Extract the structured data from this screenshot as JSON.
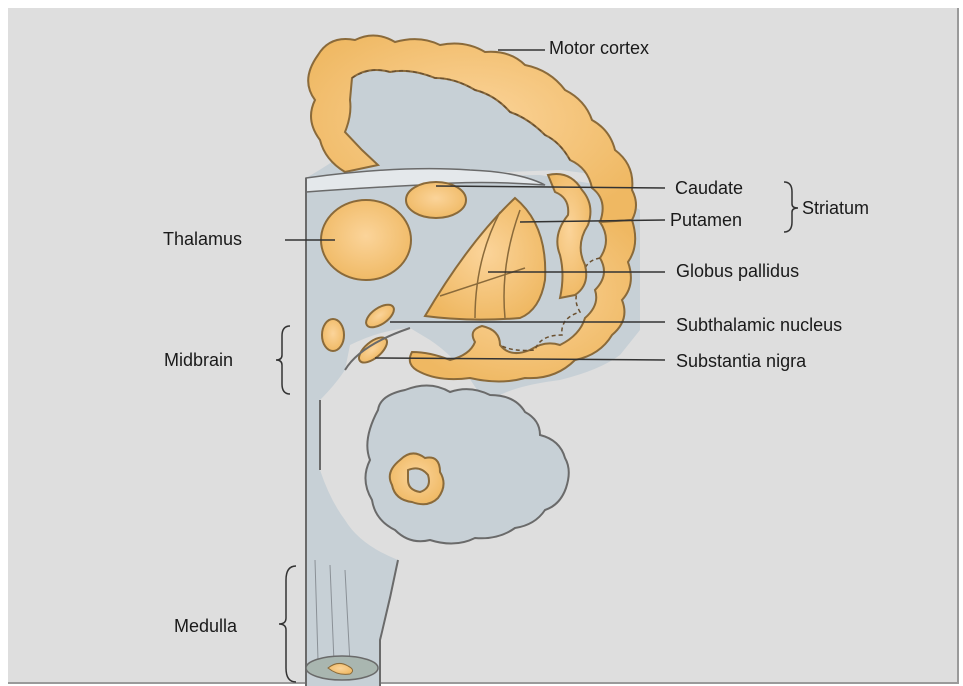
{
  "labels": {
    "motor_cortex": "Motor cortex",
    "caudate": "Caudate",
    "putamen": "Putamen",
    "striatum": "Striatum",
    "thalamus": "Thalamus",
    "globus_pallidus": "Globus pallidus",
    "subthalamic_nucleus": "Subthalamic nucleus",
    "substantia_nigra": "Substantia nigra",
    "midbrain": "Midbrain",
    "medulla": "Medulla"
  },
  "colors": {
    "background": "#dedede",
    "brain_tissue": "#c7d0d6",
    "nucleus_fill": "#f5c27a",
    "nucleus_stroke": "#8a6a3a",
    "outline": "#6a6a6a",
    "leader_line": "#333333"
  }
}
